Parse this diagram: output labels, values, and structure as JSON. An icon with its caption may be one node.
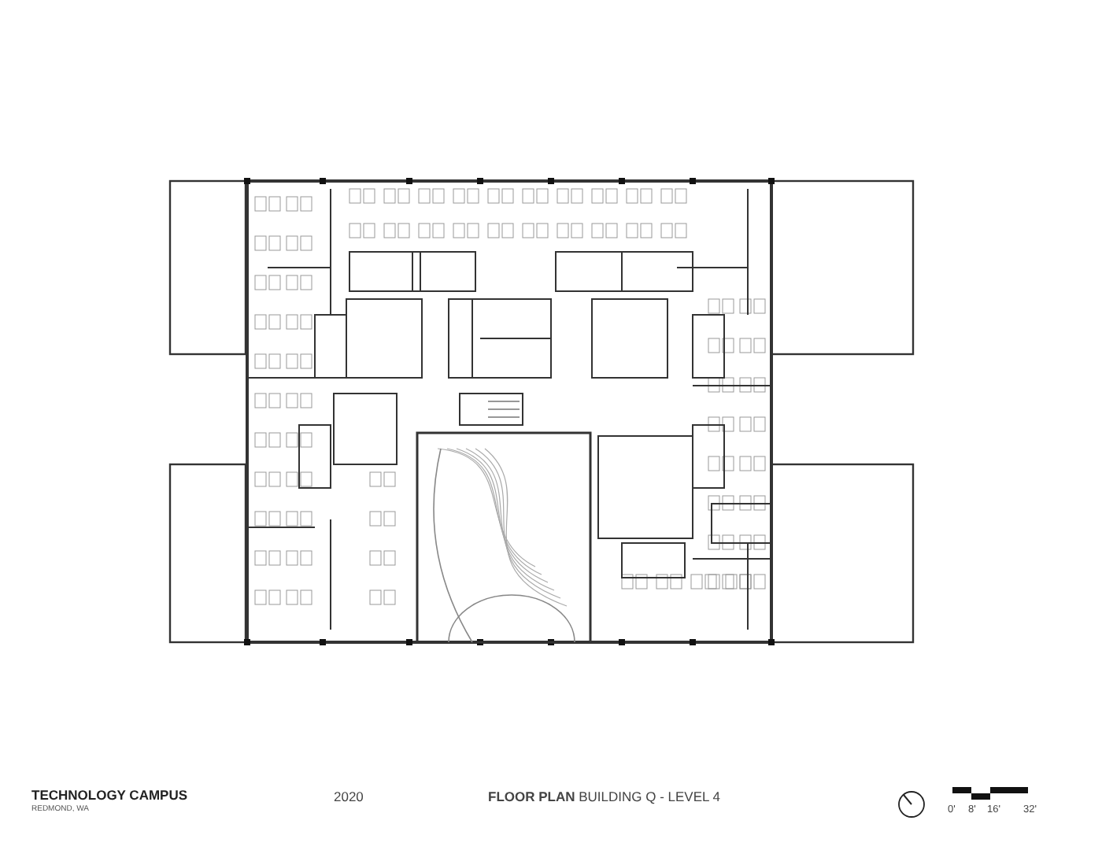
{
  "diagram": {
    "title": "**FLOOR PLAN** BUILDING Q - LEVEL 4",
    "labels": [
      "TECHNOLOGY CAMPUS",
      "REDMOND, WA",
      "2020",
      "0'",
      "8'",
      "16'",
      "32'"
    ]
  }
}
